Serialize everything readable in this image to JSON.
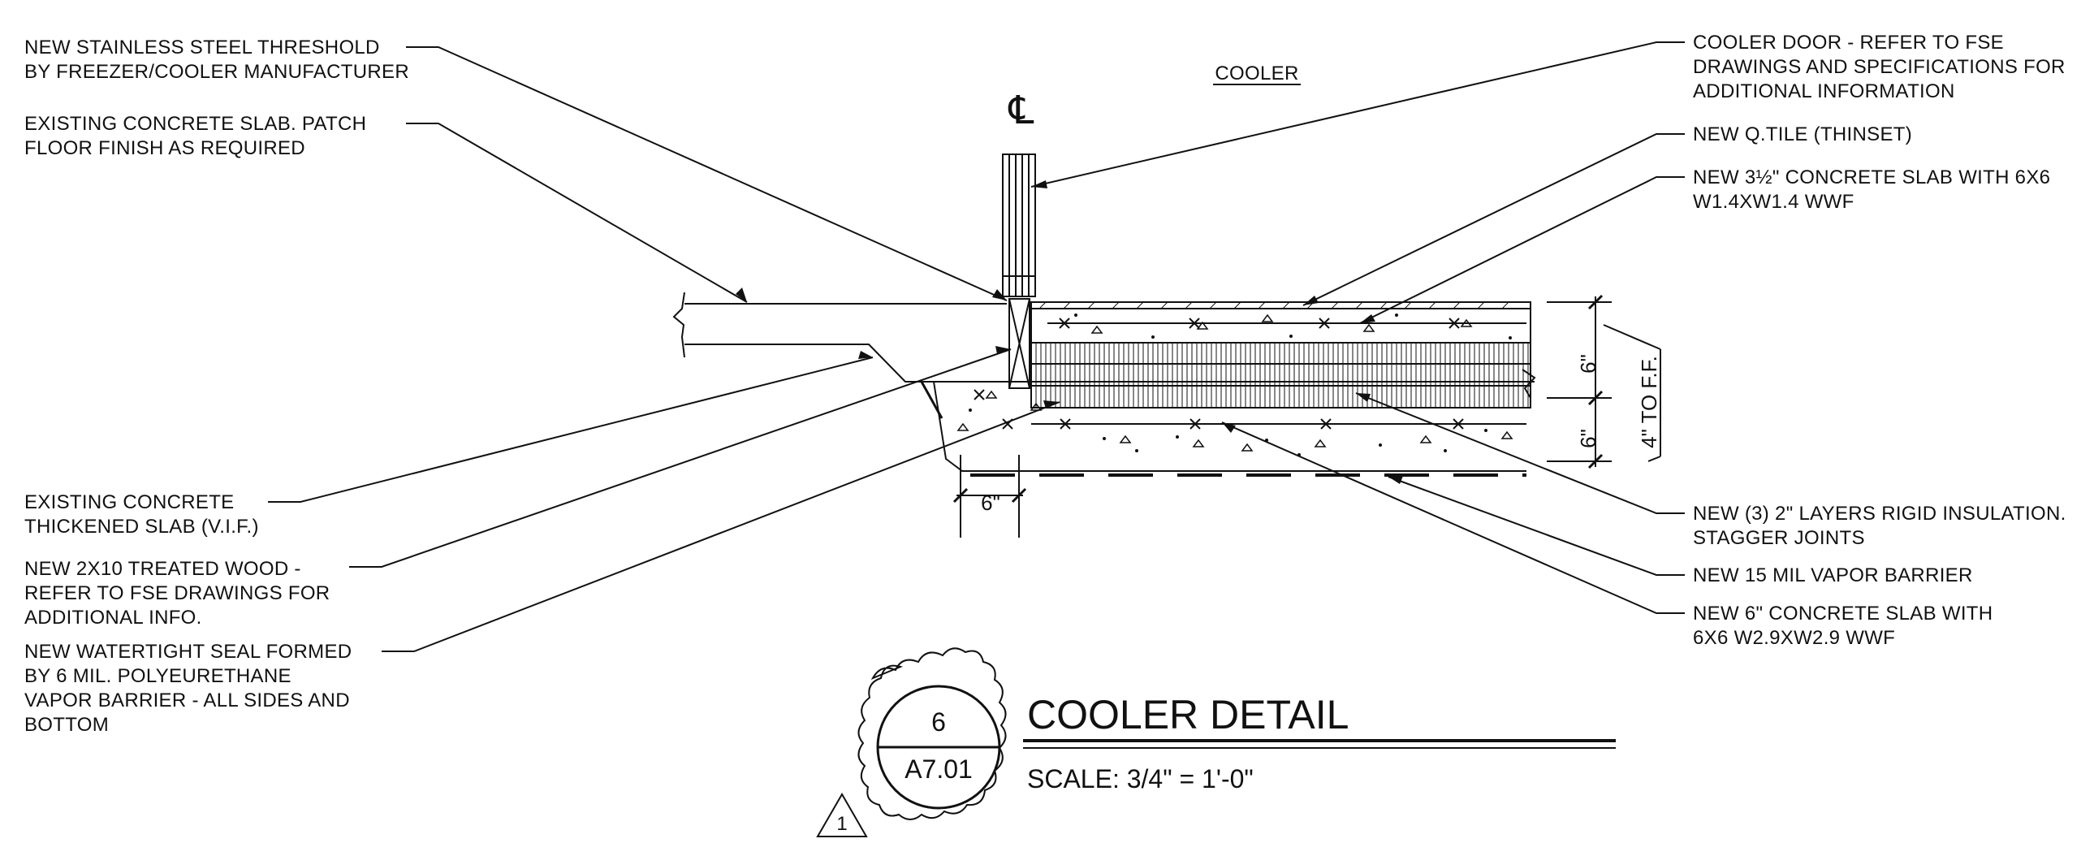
{
  "room_label": "COOLER",
  "centerline_symbol": "℄",
  "notes_left": [
    [
      "NEW STAINLESS STEEL THRESHOLD",
      "BY FREEZER/COOLER MANUFACTURER"
    ],
    [
      "EXISTING CONCRETE SLAB. PATCH",
      "FLOOR FINISH AS REQUIRED"
    ],
    [
      "EXISTING CONCRETE",
      "THICKENED SLAB (V.I.F.)"
    ],
    [
      "NEW 2X10 TREATED WOOD -",
      "REFER TO FSE DRAWINGS FOR",
      "ADDITIONAL INFO."
    ],
    [
      "NEW WATERTIGHT SEAL FORMED",
      "BY 6 MIL. POLYEURETHANE",
      "VAPOR BARRIER - ALL SIDES AND",
      "BOTTOM"
    ]
  ],
  "notes_right": [
    [
      "COOLER DOOR - REFER TO FSE",
      "DRAWINGS AND SPECIFICATIONS FOR",
      "ADDITIONAL INFORMATION"
    ],
    [
      "NEW Q.TILE (THINSET)"
    ],
    [
      "NEW 3½\" CONCRETE SLAB WITH 6X6",
      "W1.4XW1.4 WWF"
    ],
    [
      "NEW (3) 2\" LAYERS RIGID INSULATION.",
      "STAGGER JOINTS"
    ],
    [
      "NEW 15 MIL VAPOR BARRIER"
    ],
    [
      "NEW 6\" CONCRETE SLAB WITH",
      "6X6 W2.9XW2.9 WWF"
    ]
  ],
  "dimensions": {
    "upper": "6\"",
    "lower": "6\"",
    "total": "4\" TO F.F.",
    "curb": "6\""
  },
  "title_block": {
    "detail_number": "6",
    "sheet_number": "A7.01",
    "title": "COOLER DETAIL",
    "scale": "SCALE: 3/4\" = 1'-0\"",
    "revision": "1"
  }
}
